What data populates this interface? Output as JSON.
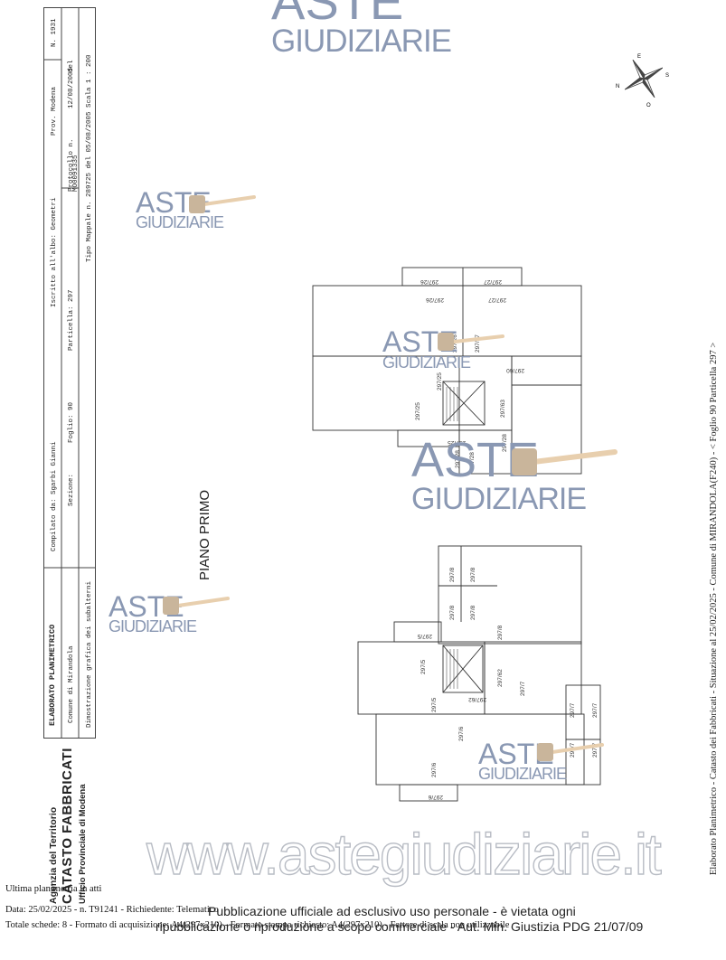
{
  "header": {
    "agency": "Agenzia del Territorio",
    "catasto": "CATASTO FABBRICATI",
    "ufficio": "Ufficio Provinciale di Modena"
  },
  "cartiglio": {
    "elaborato": "ELABORATO PLANIMETRICO",
    "compilato": "Compilato da: Sgarbi Gianni",
    "iscritto": "Iscritto all'albo: Geometri",
    "prov": "Prov. Modena",
    "numero": "N. 1931",
    "comune": "Comune di Mirandola",
    "sezione": "Sezione:",
    "foglio": "Foglio: 90",
    "particella": "Particella: 297",
    "protocollo_a": "Protocollo n.",
    "protocollo_b": "MO0091335",
    "protocollo_c": "12/08/2005",
    "protocollo_d": "del",
    "dimostrazione": "Dimostrazione grafica dei subalterni",
    "tipo_mappale": "Tipo Mappale n. 289725   del 05/08/2005   Scala 1 : 200"
  },
  "drawing": {
    "floor_label": "PIANO PRIMO",
    "labels_top": [
      "297/26",
      "297/27",
      "297/26",
      "297/27",
      "297/26",
      "297/27",
      "297/25",
      "297/60",
      "297/25",
      "297/63",
      "297/25",
      "297/28",
      "297/28",
      "297/28"
    ],
    "labels_bottom": [
      "297/8",
      "297/8",
      "297/8",
      "297/8",
      "297/5",
      "297/5",
      "297/8",
      "297/5",
      "297/62",
      "297/62",
      "297/7",
      "297/6",
      "297/7",
      "297/7",
      "297/6",
      "297/7",
      "297/7",
      "297/6"
    ],
    "compass": [
      "N",
      "E",
      "S",
      "O"
    ]
  },
  "watermark": {
    "aste": "ASTE",
    "giudiziarie": "GIUDIZIARIE",
    "site": "www.astegiudiziarie.it"
  },
  "side_note": "Elaborato Planimetrico - Catasto dei Fabbricati - Situazione al 25/02/2025 - Comune di MIRANDOLA(F240) - < Foglio 90 Particella 297 >",
  "footer": {
    "line1": "Ultima planimetria in atti",
    "line2": "Data: 25/02/2025 - n. T91241 - Richiedente: Telematico",
    "line3": "Totale schede: 8 - Formato di acquisizione: A4(297x210) - Formato stampa richiesto: A4(297x210) - Fattore di scala non utilizzabile",
    "overlay1": "Pubblicazione ufficiale ad esclusivo uso personale - è vietata ogni",
    "overlay2": "ripubblicazione o riproduzione a scopo commerciale - Aut. Min. Giustizia PDG 21/07/09"
  }
}
